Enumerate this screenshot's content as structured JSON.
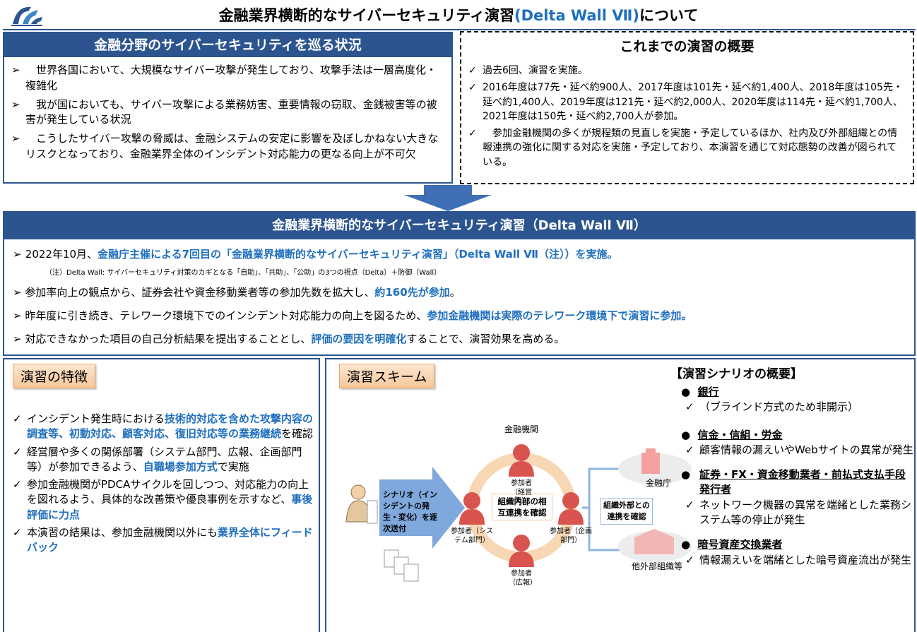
{
  "header": {
    "logo_icon": "fsa-logo",
    "title_main": "金融業界横断的なサイバーセキュリティ演習",
    "title_paren": "(Delta Wall Ⅶ)",
    "title_tail": "について"
  },
  "situation": {
    "heading": "金融分野のサイバーセキュリティを巡る状況",
    "items": [
      "　世界各国において、大規模なサイバー攻撃が発生しており、攻撃手法は一層高度化・複雑化",
      "　我が国においても、サイバー攻撃による業務妨害、重要情報の窃取、金銭被害等の被害が発生している状況",
      "　こうしたサイバー攻撃の脅威は、金融システムの安定に影響を及ぼしかねない大きなリスクとなっており、金融業界全体のインシデント対応能力の更なる向上が不可欠"
    ]
  },
  "overview": {
    "heading": "これまでの演習の概要",
    "items": [
      "過去6回、演習を実施。",
      "2016年度は77先・延べ約900人、2017年度は101先・延べ約1,400人、2018年度は105先・延べ約1,400人、2019年度は121先・延べ約2,000人、2020年度は114先・延べ約1,700人、2021年度は150先・延べ約2,700人が参加。",
      "　参加金融機関の多くが規程類の見直しを実施・予定しているほか、社内及び外部組織との情報連携の強化に関する対応を実施・予定しており、本演習を通じて対応態勢の改善が図られている。"
    ]
  },
  "main": {
    "heading": "金融業界横断的なサイバーセキュリティ演習（Delta Wall Ⅶ）",
    "line1_a": "2022年10月、",
    "line1_b": "金融庁主催による7回目の「金融業界横断的なサイバーセキュリティ演習」（Delta Wall Ⅶ（注））を実施。",
    "note": "（注）Delta Wall: サイバーセキュリティ対策のカギとなる「自助」、「共助」、「公助」の3つの視点（Delta）＋防御（Wall）",
    "line2_a": "参加率向上の観点から、証券会社や資金移動業者等の参加先数を拡大し、",
    "line2_b": "約160先が参加",
    "line2_c": "。",
    "line3_a": "昨年度に引き続き、テレワーク環境下でのインシデント対応能力の向上を図るため、",
    "line3_b": "参加金融機関は実際のテレワーク環境下で演習に参加。",
    "line4_a": "対応できなかった項目の自己分析結果を提出することとし、",
    "line4_b": "評価の要因を明確化",
    "line4_c": "することで、演習効果を高める。"
  },
  "features": {
    "tag": "演習の特徴",
    "f1_a": "インシデント発生時における",
    "f1_b": "技術的対応を含めた攻撃内容の調査等、初動対応、顧客対応、復旧対応等の業務継続",
    "f1_c": "を確認",
    "f2_a": "経営層や多くの関係部署（システム部門、広報、企画部門等）が参加できるよう、",
    "f2_b": "自職場参加方式",
    "f2_c": "で実施",
    "f3_a": "参加金融機関がPDCAサイクルを回しつつ、対応能力の向上を図れるよう、具体的な改善策や優良事例を示すなど、",
    "f3_b": "事後評価に力点",
    "f4_a": "本演習の結果は、参加金融機関以外にも",
    "f4_b": "業界全体にフィードバック"
  },
  "scheme": {
    "tag": "演習スキーム",
    "institution": "金融機関",
    "scenario_arrow": "シナリオ（インシデントの発生・変化）を逐次送付",
    "internal": "組織内部の相互連携を確認",
    "external": "組織外部との連携を確認",
    "p_top": "参加者（経営陣）",
    "p_left": "参加者（システム部門）",
    "p_right": "参加者（企画部門）",
    "p_bottom": "参加者（広報）",
    "fsa": "金融庁",
    "others": "他外部組織等"
  },
  "scenario": {
    "heading": "【演習シナリオの概要】",
    "groups": [
      {
        "title": "銀行",
        "text": "（ブラインド方式のため非開示）"
      },
      {
        "title": "信金・信組・労金",
        "text": "顧客情報の漏えいやWebサイトの異常が発生"
      },
      {
        "title": "証券・FX・資金移動業者・前払式支払手段発行者",
        "text": "ネットワーク機器の異常を端緒とした業務システム等の停止が発生"
      },
      {
        "title": "暗号資産交換業者",
        "text": "情報漏えいを端緒とした暗号資産流出が発生"
      }
    ]
  },
  "colors": {
    "navy": "#2c5590",
    "accent_blue": "#1f6fbf",
    "arrow_blue": "#4472c4",
    "orange": "#f7c79a",
    "person_red": "#d9534f"
  }
}
